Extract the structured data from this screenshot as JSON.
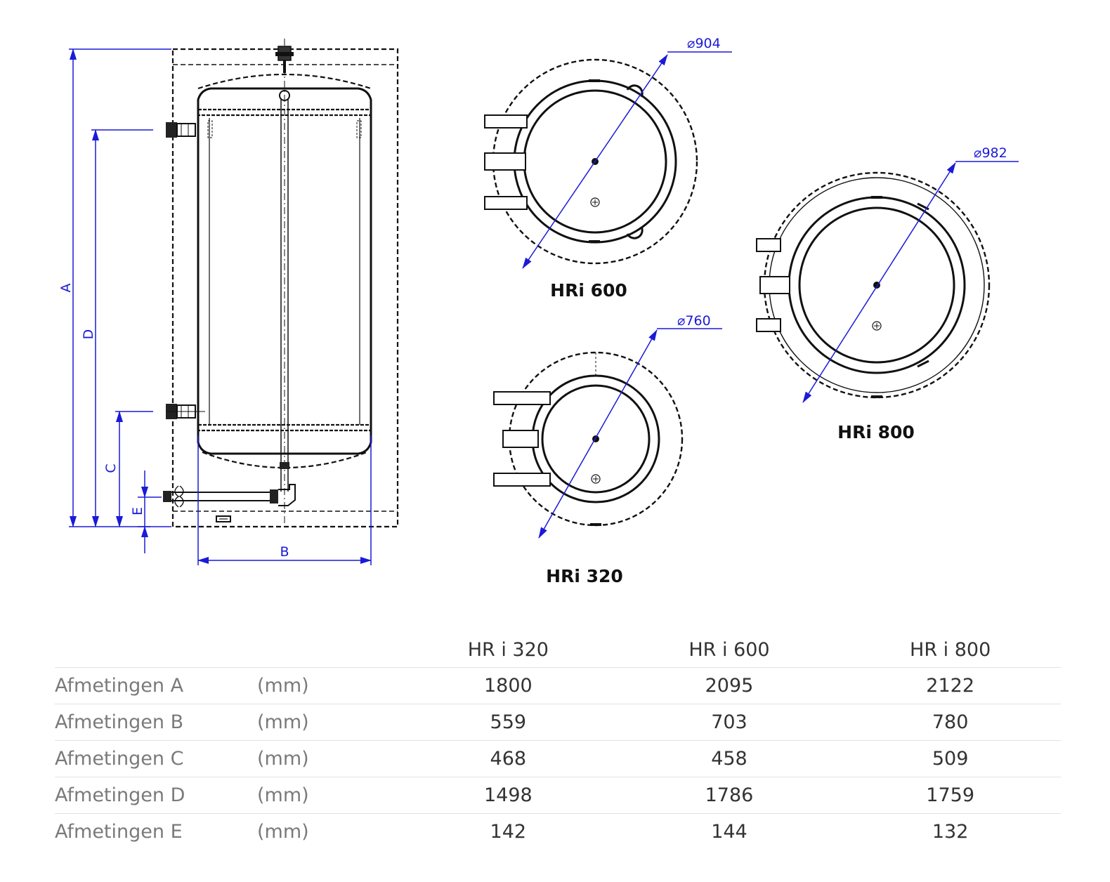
{
  "dimension_letters": {
    "a": "A",
    "b": "B",
    "c": "C",
    "d": "D",
    "e": "E"
  },
  "views": [
    {
      "model": "HRi 600",
      "diameter": "⌀904"
    },
    {
      "model": "HRi 800",
      "diameter": "⌀982"
    },
    {
      "model": "HRi 320",
      "diameter": "⌀760"
    }
  ],
  "colors": {
    "dimension_lines": "#1a1ad8",
    "drawing_lines": "#111111",
    "table_label_text": "#7a7a7a",
    "table_value_text": "#333333",
    "table_rule": "#e1e1e1"
  },
  "table": {
    "columns": [
      "HR i 320",
      "HR i 600",
      "HR i 800"
    ],
    "rows": [
      {
        "label": "Afmetingen A",
        "unit": "(mm)",
        "values": [
          "1800",
          "2095",
          "2122"
        ]
      },
      {
        "label": "Afmetingen B",
        "unit": "(mm)",
        "values": [
          "559",
          "703",
          "780"
        ]
      },
      {
        "label": "Afmetingen C",
        "unit": "(mm)",
        "values": [
          "468",
          "458",
          "509"
        ]
      },
      {
        "label": "Afmetingen D",
        "unit": "(mm)",
        "values": [
          "1498",
          "1786",
          "1759"
        ]
      },
      {
        "label": "Afmetingen E",
        "unit": "(mm)",
        "values": [
          "142",
          "144",
          "132"
        ]
      }
    ]
  }
}
